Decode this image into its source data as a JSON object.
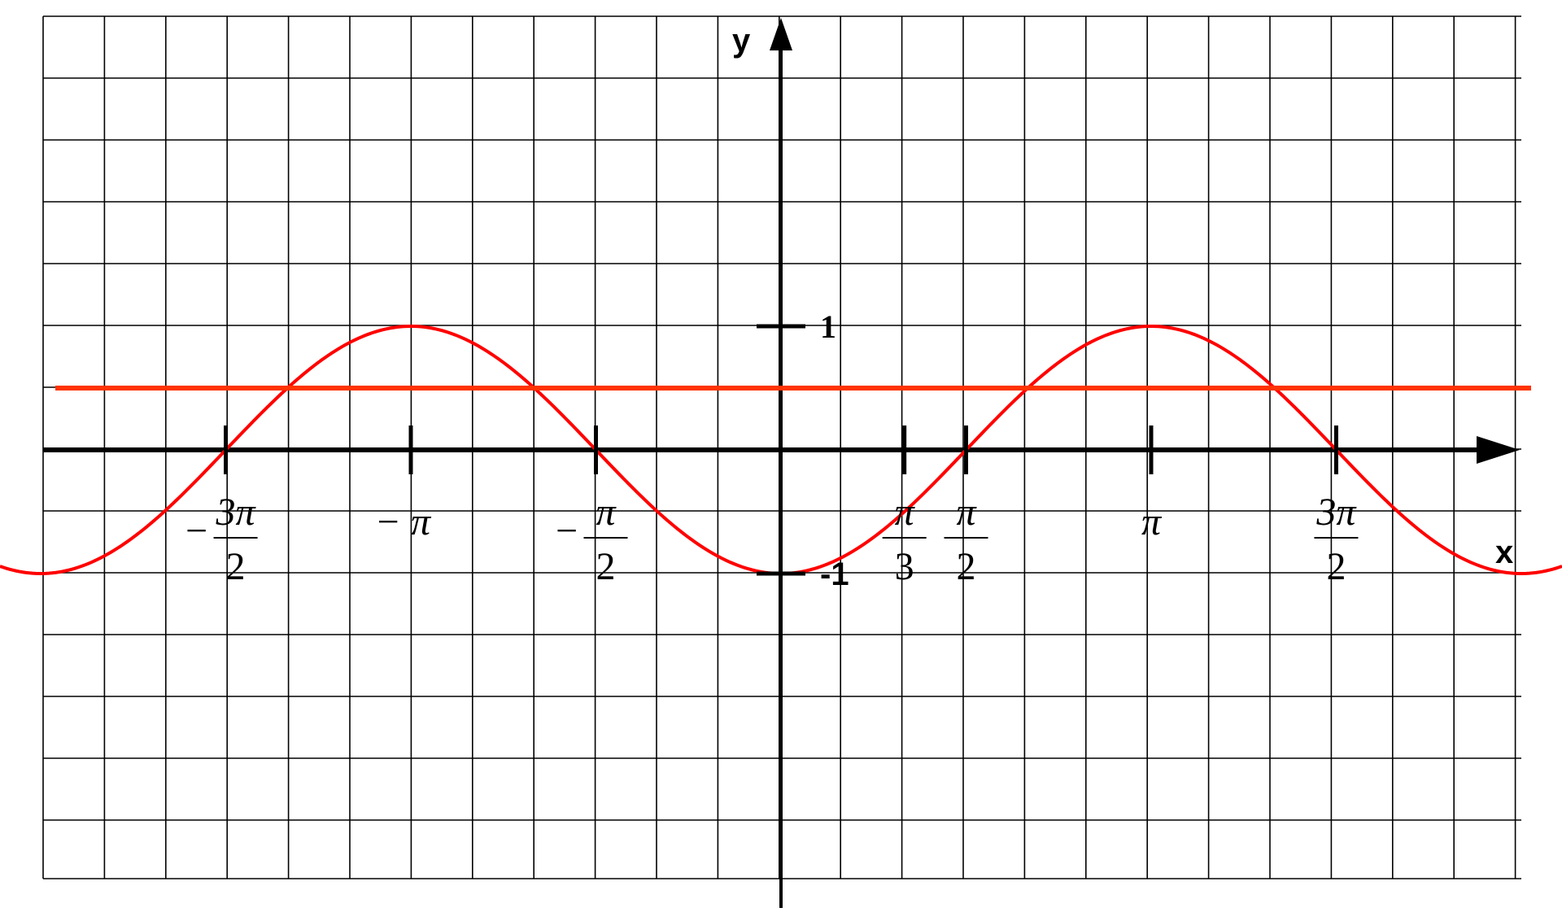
{
  "chart_data": {
    "type": "line",
    "title": "",
    "xlabel": "x",
    "ylabel": "y",
    "xlim": [
      -6.28,
      6.28
    ],
    "ylim": [
      -3.6,
      3.4
    ],
    "grid": true,
    "series": [
      {
        "function": "y = -cos(x)",
        "color": "#ff0000",
        "x_start": -6.28,
        "x_end": 6.28
      },
      {
        "function": "y = 0.5",
        "color": "#ff3300",
        "value": 0.5
      }
    ],
    "x_ticks": [
      {
        "value": -4.712,
        "sign": "−",
        "num": "3π",
        "den": "2"
      },
      {
        "value": -3.1416,
        "sign": "−",
        "num": "π",
        "den": ""
      },
      {
        "value": -1.5708,
        "sign": "−",
        "num": "π",
        "den": "2"
      },
      {
        "value": 1.0472,
        "sign": "",
        "num": "π",
        "den": "3"
      },
      {
        "value": 1.5708,
        "sign": "",
        "num": "π",
        "den": "2"
      },
      {
        "value": 3.1416,
        "sign": "",
        "num": "π",
        "den": ""
      },
      {
        "value": 4.712,
        "sign": "",
        "num": "3π",
        "den": "2"
      }
    ],
    "y_ticks": [
      {
        "value": 1,
        "label": "1"
      },
      {
        "value": -1,
        "label": "-1"
      }
    ]
  }
}
